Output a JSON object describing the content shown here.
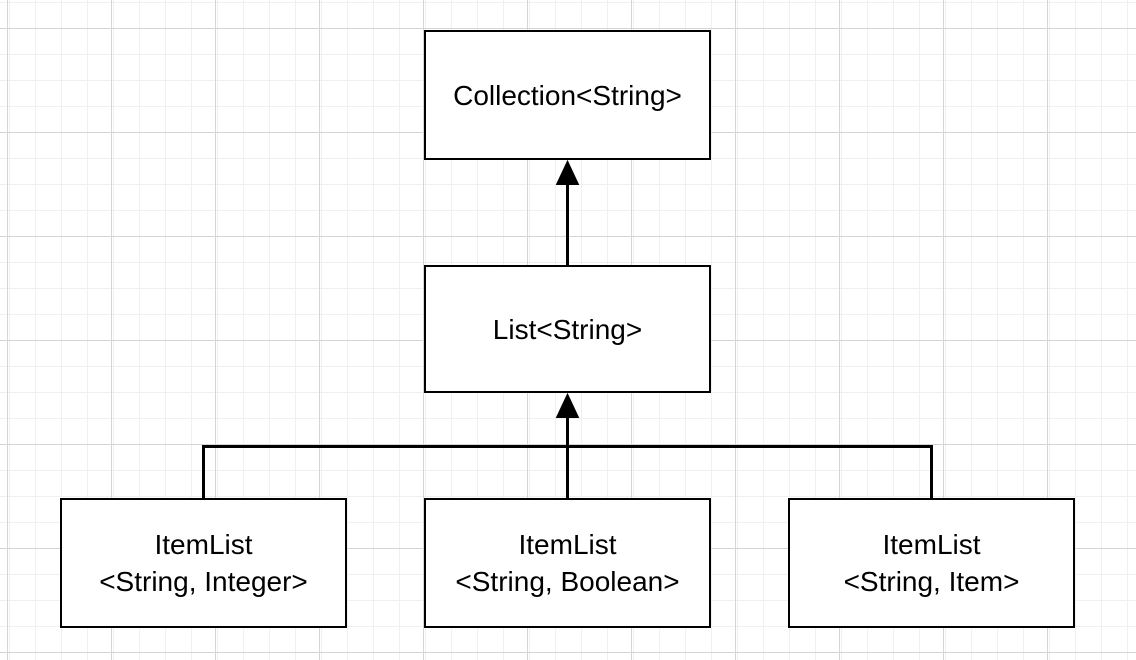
{
  "diagram": {
    "type": "uml-class-hierarchy",
    "nodes": {
      "collection": {
        "label": "Collection<String>"
      },
      "list": {
        "label": "List<String>"
      },
      "itemListInteger": {
        "line1": "ItemList",
        "line2": "<String, Integer>"
      },
      "itemListBoolean": {
        "line1": "ItemList",
        "line2": "<String, Boolean>"
      },
      "itemListItem": {
        "line1": "ItemList",
        "line2": "<String, Item>"
      }
    },
    "edges": [
      {
        "from": "List<String>",
        "to": "Collection<String>",
        "type": "generalization"
      },
      {
        "from": "ItemList<String, Integer>",
        "to": "List<String>",
        "type": "generalization"
      },
      {
        "from": "ItemList<String, Boolean>",
        "to": "List<String>",
        "type": "generalization"
      },
      {
        "from": "ItemList<String, Item>",
        "to": "List<String>",
        "type": "generalization"
      }
    ],
    "colors": {
      "background": "#ffffff",
      "grid_minor": "#f0f0f0",
      "grid_major": "#d4d4d4",
      "node_fill": "#ffffff",
      "node_border": "#000000",
      "edge": "#000000",
      "text": "#000000"
    }
  }
}
